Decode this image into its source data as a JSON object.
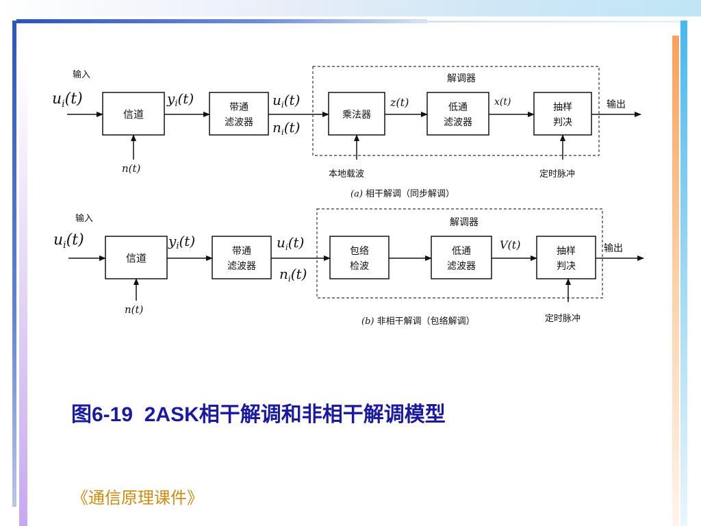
{
  "diagram_a": {
    "input_label": "输入",
    "input_signal": "u",
    "input_sub": "i",
    "arg_t": "(t)",
    "channel": "信道",
    "noise": "n(t)",
    "channel_out": "y",
    "channel_out_sub": "i",
    "bpf_line1": "带通",
    "bpf_line2": "滤波器",
    "bpf_out_signal": "u",
    "bpf_out_noise": "n",
    "sub_i": "i",
    "demod_label": "解调器",
    "mixer": "乘法器",
    "mixer_out": "z(t)",
    "lpf_line1": "低通",
    "lpf_line2": "滤波器",
    "lpf_out": "x(t)",
    "sampler_line1": "抽样",
    "sampler_line2": "判决",
    "output_label": "输出",
    "carrier": "本地载波",
    "timing": "定时脉冲",
    "title_prefix": "(a)",
    "title": " 相干解调（同步解调）"
  },
  "diagram_b": {
    "input_label": "输入",
    "input_signal": "u",
    "input_sub": "i",
    "arg_t": "(t)",
    "channel": "信道",
    "noise": "n(t)",
    "channel_out": "y",
    "channel_out_sub": "i",
    "bpf_line1": "带通",
    "bpf_line2": "滤波器",
    "bpf_out_signal": "u",
    "bpf_out_noise": "n",
    "sub_i": "i",
    "demod_label": "解调器",
    "envelope_line1": "包络",
    "envelope_line2": "检波",
    "lpf_line1": "低通",
    "lpf_line2": "滤波器",
    "lpf_out": "V(t)",
    "sampler_line1": "抽样",
    "sampler_line2": "判决",
    "output_label": "输出",
    "timing": "定时脉冲",
    "title_prefix": "(b)",
    "title": " 非相干解调（包络解调）"
  },
  "caption": "图6-19  2ASK相干解调和非相干解调模型",
  "footer": "《通信原理课件》"
}
